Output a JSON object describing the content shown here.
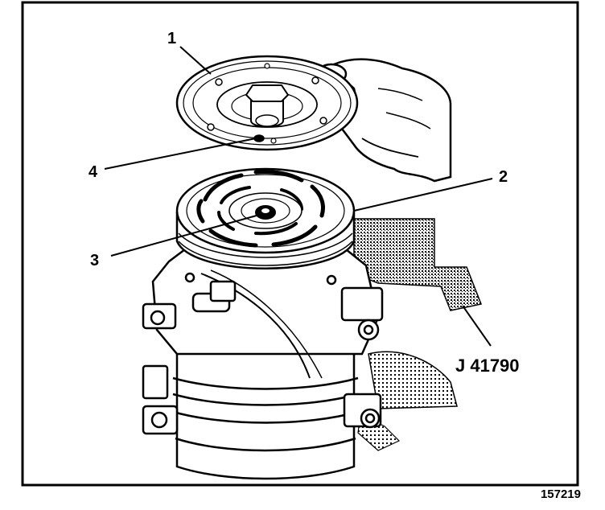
{
  "callouts": {
    "c1": "1",
    "c2": "2",
    "c3": "3",
    "c4": "4",
    "tool": "J 41790"
  },
  "figure_number": "157219",
  "colors": {
    "ink": "#000000",
    "paper": "#ffffff"
  }
}
